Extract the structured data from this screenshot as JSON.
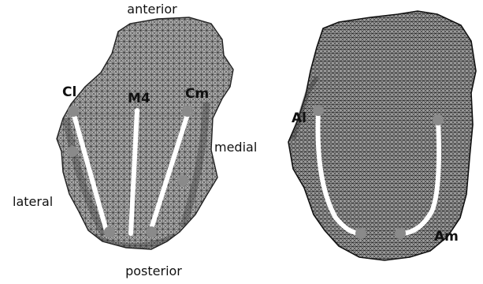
{
  "figure": {
    "left_panel": {
      "anatomical_labels": {
        "top": "anterior",
        "bottom": "posterior",
        "left": "lateral",
        "right": "medial"
      },
      "point_labels": {
        "lateral_point": "Cl",
        "midline_point": "M4",
        "medial_point": "Cm"
      }
    },
    "right_panel": {
      "point_labels": {
        "lateral_arc": "Al",
        "medial_arc": "Am"
      }
    },
    "colors": {
      "mesh_fill": "#a8a8a8",
      "mesh_wire": "#1a1a1a",
      "measurement_line": "#ffffff",
      "landmark": "#8a8a8a"
    }
  }
}
